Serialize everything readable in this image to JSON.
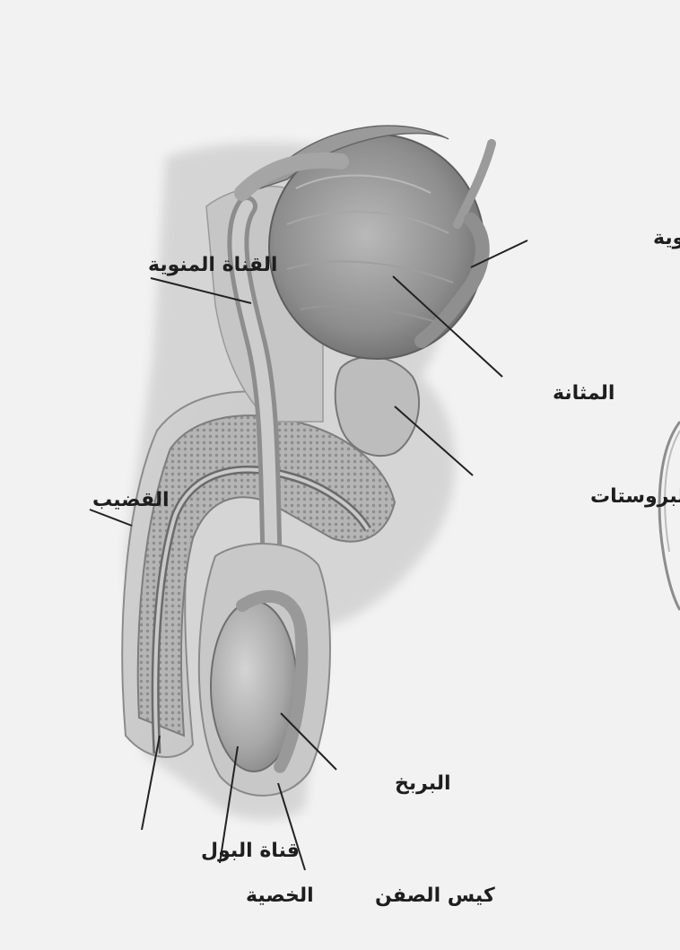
{
  "diagram": {
    "labels": {
      "seminal_vesicle": "الحويصلة المنوية",
      "vas_deferens": "القناة المنوية",
      "bladder": "المثانة",
      "prostate": "غدة البروستات",
      "penis": "القضيب",
      "epididymis": "البربخ",
      "urethra": "قناة البول",
      "testis": "الخصية",
      "scrotum": "كيس الصفن"
    }
  }
}
